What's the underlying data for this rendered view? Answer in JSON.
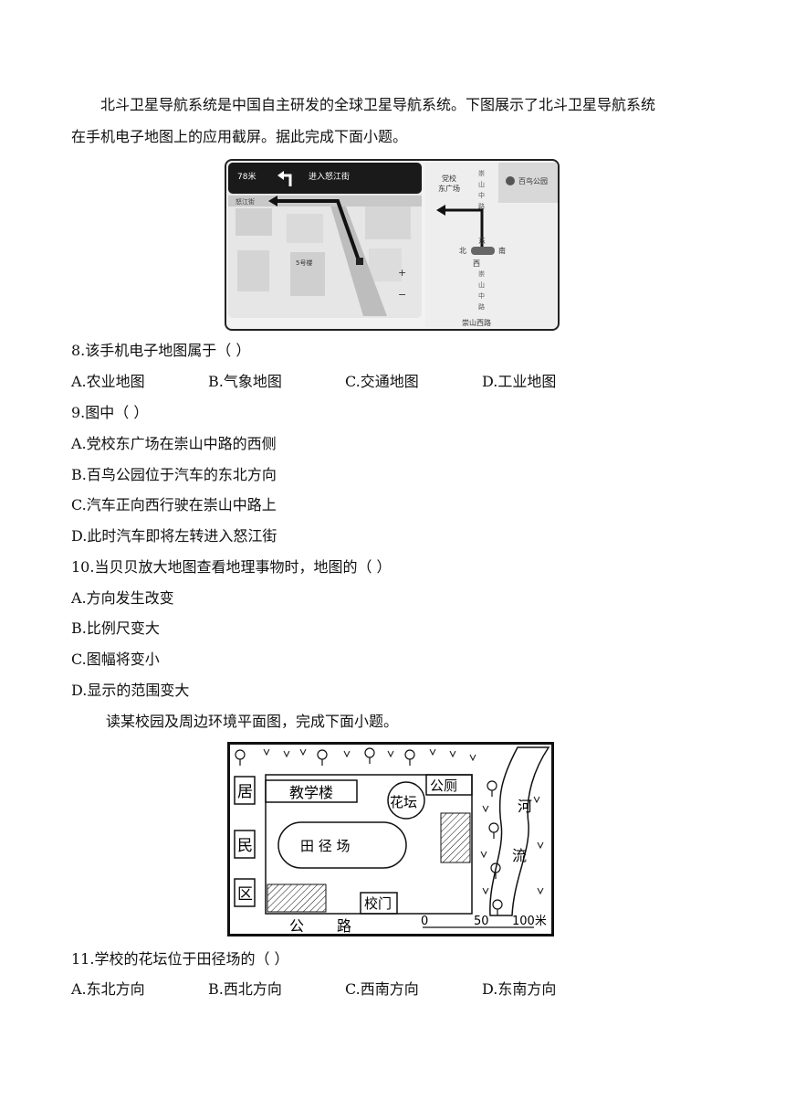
{
  "intro1": {
    "line1": "北斗卫星导航系统是中国自主研发的全球卫星导航系统。下图展示了北斗卫星导航系统",
    "line2": "在手机电子地图上的应用截屏。据此完成下面小题。"
  },
  "nav_map": {
    "distance": "78米",
    "instruction": "进入怒江街",
    "street_left": "怒江街",
    "building": "5号楼",
    "zoom_in": "+",
    "zoom_out": "−",
    "plaza_line1": "党校",
    "plaza_line2": "东广场",
    "park": "百鸟公园",
    "road_north_chars": [
      "崇",
      "山",
      "中",
      "路"
    ],
    "compass_east": "东",
    "compass_north": "北",
    "compass_south": "南",
    "compass_west": "西",
    "road_south_chars": [
      "崇",
      "山",
      "中",
      "路"
    ],
    "road_bottom": "崇山西路"
  },
  "q8": {
    "stem": "8.该手机电子地图属于（    ）",
    "a": "A.农业地图",
    "b": "B.气象地图",
    "c": "C.交通地图",
    "d": "D.工业地图"
  },
  "q9": {
    "stem": "9.图中（    ）",
    "a": "A.党校东广场在崇山中路的西侧",
    "b": "B.百鸟公园位于汽车的东北方向",
    "c": "C.汽车正向西行驶在崇山中路上",
    "d": "D.此时汽车即将左转进入怒江街"
  },
  "q10": {
    "stem": "10.当贝贝放大地图查看地理事物时，地图的（    ）",
    "a": "A.方向发生改变",
    "b": "B.比例尺变大",
    "c": "C.图幅将变小",
    "d": "D.显示的范围变大"
  },
  "intro2": "读某校园及周边环境平面图，完成下面小题。",
  "campus_map": {
    "residential_chars": [
      "居",
      "民",
      "区"
    ],
    "teaching_building": "教学楼",
    "flower_bed": "花坛",
    "toilet": "公厕",
    "track_field": "田 径 场",
    "school_gate": "校门",
    "road_chars": [
      "公",
      "路"
    ],
    "river_chars": [
      "河",
      "流"
    ],
    "scale_labels": [
      "0",
      "50",
      "100米"
    ]
  },
  "q11": {
    "stem": "11.学校的花坛位于田径场的（    ）",
    "a": "A.东北方向",
    "b": "B.西北方向",
    "c": "C.西南方向",
    "d": "D.东南方向"
  }
}
